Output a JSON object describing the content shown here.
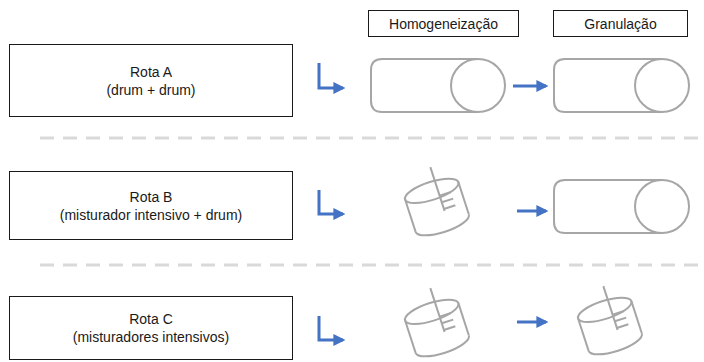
{
  "diagram": {
    "nodes": [
      {
        "text": [
          "Homogeneização"
        ]
      },
      {
        "text": [
          "Granulação"
        ]
      },
      {
        "text": [
          "Rota A",
          "(drum + drum)"
        ]
      },
      {
        "text": [
          "Rota B",
          "(misturador intensivo + drum)"
        ]
      },
      {
        "text": [
          "Rota C",
          "(misturadores intensivos)"
        ]
      }
    ]
  }
}
